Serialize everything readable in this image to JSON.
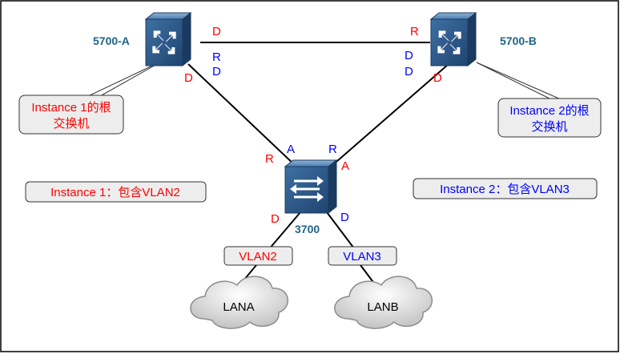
{
  "colors": {
    "red": "#FF0000",
    "blue": "#0000FF",
    "device_label": "#1F6487",
    "box_fill": "#EDEDED",
    "device_body": "#2D5B8A"
  },
  "devices": {
    "left": {
      "name": "5700-A",
      "icon": "layer3-switch-icon"
    },
    "right": {
      "name": "5700-B",
      "icon": "layer3-switch-icon"
    },
    "center": {
      "name": "3700",
      "icon": "layer2-switch-icon"
    }
  },
  "ports": {
    "a_top": "D",
    "a_mid_r": "R",
    "a_mid_d": "D",
    "a_left": "D",
    "b_top": "R",
    "b_mid": "D",
    "b_low_d": "D",
    "b_right": "D",
    "c_left_r": "R",
    "c_left_a": "A",
    "c_right_r": "R",
    "c_right_a": "A",
    "c_bottom_left": "D",
    "c_bottom_right": "D"
  },
  "callouts": {
    "instance1_root_line1": "Instance 1的根",
    "instance1_root_line2": "交换机",
    "instance2_root_line1": "Instance 2的根",
    "instance2_root_line2": "交换机",
    "instance1_vlan": "Instance 1：包含VLAN2",
    "instance2_vlan": "Instance 2：包含VLAN3"
  },
  "vlans": {
    "left": "VLAN2",
    "right": "VLAN3"
  },
  "clouds": {
    "left": "LANA",
    "right": "LANB"
  }
}
